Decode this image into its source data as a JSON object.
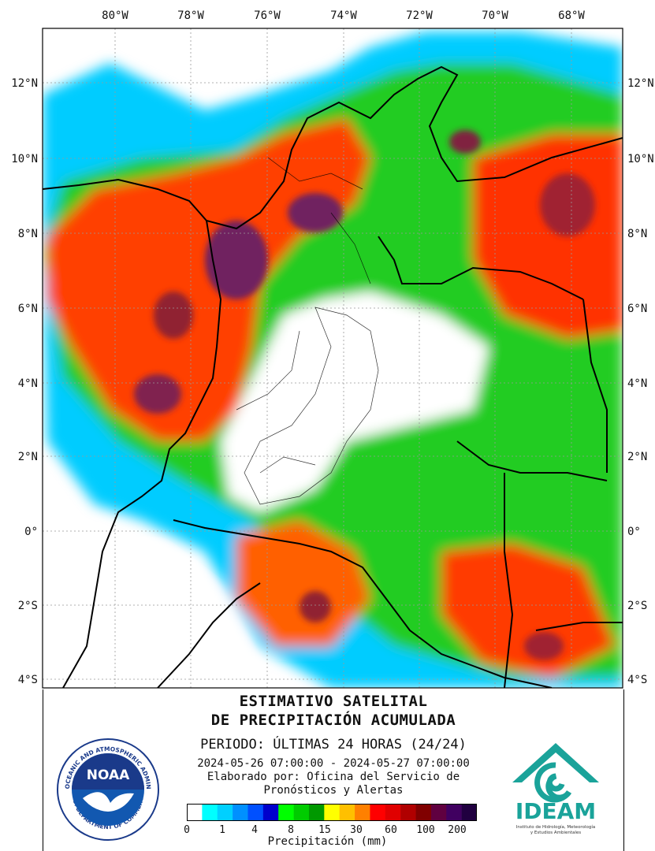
{
  "map": {
    "lon_labels": [
      "80°W",
      "78°W",
      "76°W",
      "74°W",
      "72°W",
      "70°W",
      "68°W"
    ],
    "lat_labels": [
      "12°N",
      "10°N",
      "8°N",
      "6°N",
      "4°N",
      "2°N",
      "0°",
      "2°S",
      "4°S"
    ]
  },
  "footer": {
    "title_line1": "ESTIMATIVO SATELITAL",
    "title_line2": "DE PRECIPITACIÓN ACUMULADA",
    "period": "PERIODO: ÚLTIMAS 24 HORAS (24/24)",
    "date_range": "2024-05-26 07:00:00 - 2024-05-27 07:00:00",
    "credit_line1": "Elaborado por: Oficina del Servicio de",
    "credit_line2": "Pronósticos y Alertas"
  },
  "legend": {
    "labels": [
      "0",
      "1",
      "4",
      "8",
      "15",
      "30",
      "60",
      "100",
      "200"
    ],
    "units": "Precipitación (mm)",
    "colors": [
      "#ffffff",
      "#00ffff",
      "#00d0ff",
      "#0090ff",
      "#0050ff",
      "#0000cc",
      "#00ff00",
      "#00cc00",
      "#009900",
      "#ffff00",
      "#ffc000",
      "#ff8000",
      "#ff0000",
      "#e00000",
      "#b00000",
      "#800000",
      "#600040",
      "#400060",
      "#200040"
    ]
  },
  "logos": {
    "noaa_text": "NOAA",
    "noaa_ring_top": "NATIONAL OCEANIC AND ATMOSPHERIC ADMINISTRATION",
    "noaa_ring_bottom": "U.S. DEPARTMENT OF COMMERCE",
    "ideam_text": "IDEAM",
    "ideam_sub1": "Instituto de Hidrología, Meteorología",
    "ideam_sub2": "y Estudios Ambientales"
  }
}
